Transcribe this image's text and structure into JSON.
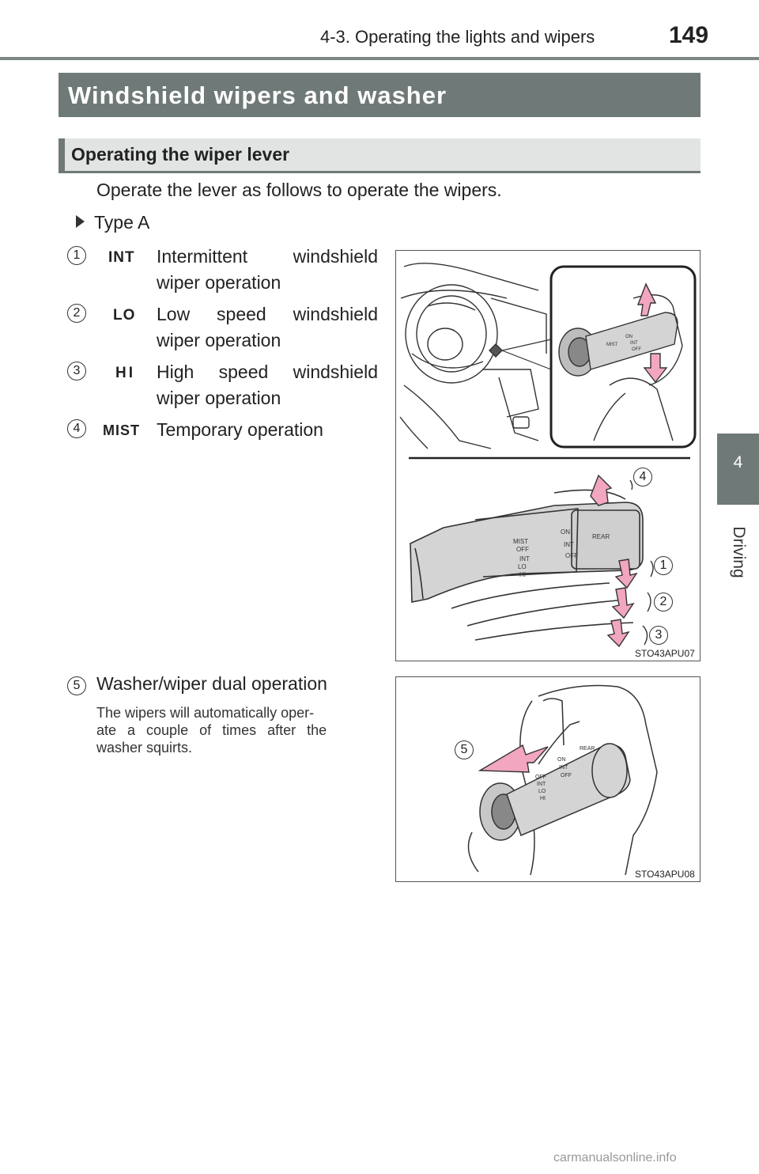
{
  "header": {
    "section": "4-3. Operating the lights and wipers",
    "page_number": "149"
  },
  "side_tab": {
    "number": "4",
    "label": "Driving"
  },
  "section_title": "Windshield wipers and washer",
  "subsection_title": "Operating the wiper lever",
  "intro": "Operate the lever as follows to operate the wipers.",
  "type_label": "Type A",
  "items": [
    {
      "num": "1",
      "glyph": "INT",
      "text": "Intermittent windshield wiper operation"
    },
    {
      "num": "2",
      "glyph": "LO",
      "text": "Low speed windshield wiper operation"
    },
    {
      "num": "3",
      "glyph": "HI",
      "text": "High speed windshield wiper operation"
    },
    {
      "num": "4",
      "glyph": "MIST",
      "text": "Temporary operation"
    },
    {
      "num": "5",
      "glyph": "",
      "text": "Washer/wiper dual operation"
    }
  ],
  "item5_description": "The wipers will automatically operate a couple of times after the washer squirts.",
  "item5_desc_lines": [
    "The wipers will automatically oper-",
    "ate a couple of times after the",
    "washer squirts."
  ],
  "figures": [
    {
      "code": "STO43APU07",
      "callouts": [
        "4",
        "1",
        "2",
        "3"
      ],
      "lever_labels": {
        "mist": "MIST",
        "off": "OFF",
        "int": "INT",
        "lo": "LO",
        "hi": "HI",
        "on": "ON",
        "int2": "INT",
        "off2": "OFF",
        "rear": "REAR"
      }
    },
    {
      "code": "STO43APU08",
      "callouts": [
        "5"
      ],
      "lever_labels": {
        "on": "ON",
        "int": "INT",
        "off": "OFF",
        "rear": "REAR",
        "off2": "OFF",
        "int2": "INT",
        "lo": "LO",
        "hi": "HI"
      }
    }
  ],
  "colors": {
    "bar": "#6f7a78",
    "subbar": "#e1e4e3",
    "arrow_pink": "#f2a6bf",
    "lever_gray": "#d4d4d4"
  },
  "watermark": "carmanualsonline.info"
}
